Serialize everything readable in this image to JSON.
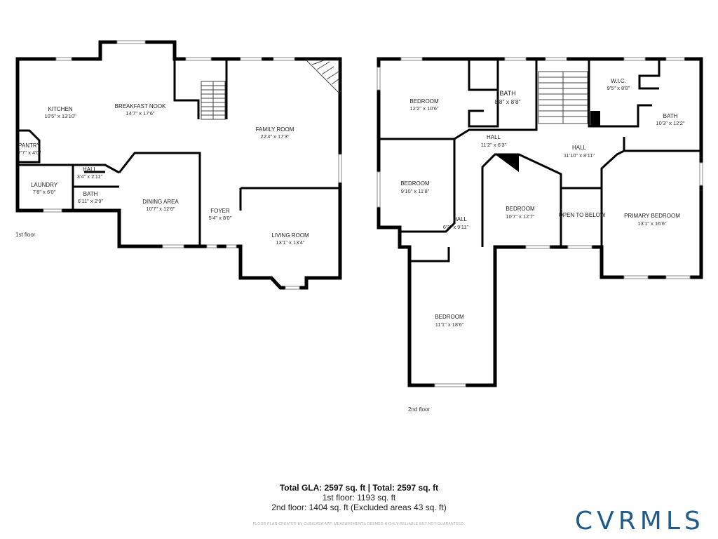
{
  "floors": [
    {
      "id": "first",
      "label": "1st floor",
      "rooms": [
        {
          "id": "kitchen",
          "name": "KITCHEN",
          "dims": "10'5\" x 13'10\""
        },
        {
          "id": "breakfast-nook",
          "name": "BREAKFAST NOOK",
          "dims": "14'7\" x 17'6\""
        },
        {
          "id": "family-room",
          "name": "FAMILY ROOM",
          "dims": "22'4\" x 17'3\""
        },
        {
          "id": "pantry",
          "name": "PANTRY",
          "dims": "7'7\" x 4'0\""
        },
        {
          "id": "hall",
          "name": "HALL",
          "dims": "3'4\" x 2'11\""
        },
        {
          "id": "laundry",
          "name": "LAUNDRY",
          "dims": "7'8\" x 6'0\""
        },
        {
          "id": "bath",
          "name": "BATH",
          "dims": "6'11\" x 2'9\""
        },
        {
          "id": "dining-area",
          "name": "DINING AREA",
          "dims": "10'7\" x 12'6\""
        },
        {
          "id": "foyer",
          "name": "FOYER",
          "dims": "5'4\" x 8'0\""
        },
        {
          "id": "living-room",
          "name": "LIVING ROOM",
          "dims": "13'1\" x 13'4\""
        }
      ]
    },
    {
      "id": "second",
      "label": "2nd floor",
      "rooms": [
        {
          "id": "bedroom-1",
          "name": "BEDROOM",
          "dims": "12'2\" x 10'6\""
        },
        {
          "id": "bath-1",
          "name": "BATH",
          "dims": "8'8\" x 8'8\""
        },
        {
          "id": "wic",
          "name": "W.I.C.",
          "dims": "9'5\" x 8'8\""
        },
        {
          "id": "bath-2",
          "name": "BATH",
          "dims": "10'3\" x 12'2\""
        },
        {
          "id": "hall-1",
          "name": "HALL",
          "dims": "11'2\" x 6'3\""
        },
        {
          "id": "hall-2",
          "name": "HALL",
          "dims": "11'10\" x 8'11\""
        },
        {
          "id": "bedroom-2",
          "name": "BEDROOM",
          "dims": "9'10\" x 11'8\""
        },
        {
          "id": "bedroom-3",
          "name": "BEDROOM",
          "dims": "10'7\" x 12'7\""
        },
        {
          "id": "open-to-below",
          "name": "OPEN TO BELOW",
          "dims": ""
        },
        {
          "id": "primary-bedroom",
          "name": "PRIMARY BEDROOM",
          "dims": "13'1\" x 16'6\""
        },
        {
          "id": "hall-3",
          "name": "HALL",
          "dims": "6'2\" x 9'11\""
        },
        {
          "id": "bedroom-4",
          "name": "BEDROOM",
          "dims": "11'1\" x 18'6\""
        }
      ]
    }
  ],
  "summary": {
    "total": "Total GLA: 2597 sq. ft | Total: 2597 sq. ft",
    "first_floor": "1st floor: 1193 sq. ft",
    "second_floor": "2nd floor: 1404 sq. ft (Excluded areas 43 sq. ft)"
  },
  "disclaimer": "FLOOR PLAN CREATED BY CUBICASA APP. MEASUREMENTS DEEMED HIGHLY RELIABLE BUT NOT GUARANTEED.",
  "logo": {
    "text": "CVRMLS",
    "color": "#1f5c8b"
  }
}
